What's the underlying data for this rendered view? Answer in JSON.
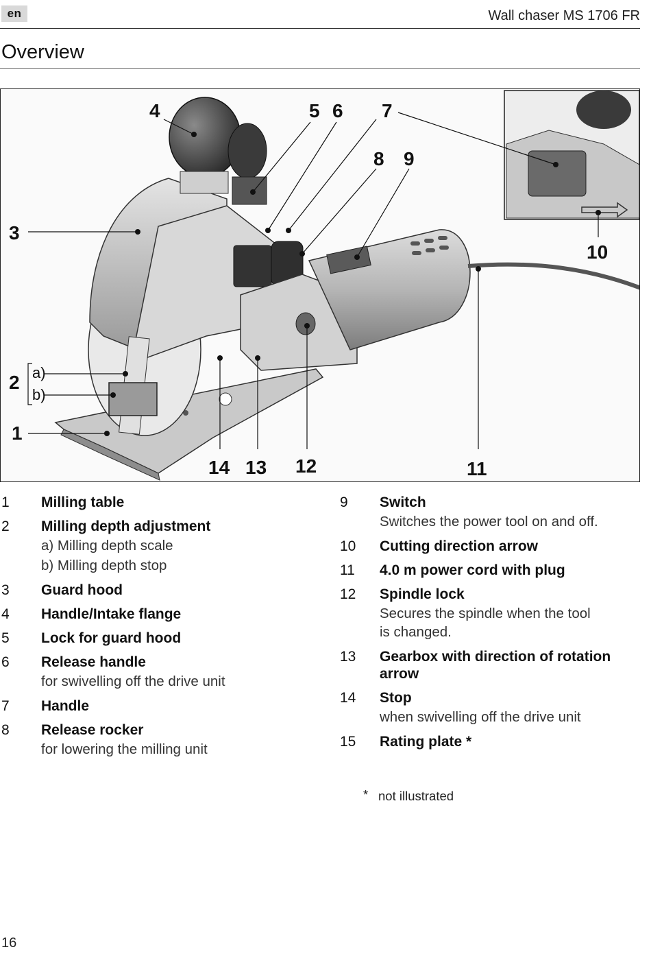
{
  "header": {
    "lang": "en",
    "doc_title": "Wall chaser MS 1706 FR"
  },
  "section_title": "Overview",
  "figure": {
    "callouts": {
      "c1": "1",
      "c2": "2",
      "c3": "3",
      "c4": "4",
      "c5": "5",
      "c6": "6",
      "c7": "7",
      "c8": "8",
      "c9": "9",
      "c10": "10",
      "c11": "11",
      "c12": "12",
      "c13": "13",
      "c14": "14"
    },
    "sub_callouts": {
      "a": "a)",
      "b": "b)"
    }
  },
  "legend_left": [
    {
      "num": "1",
      "title": "Milling table"
    },
    {
      "num": "2",
      "title": "Milling depth adjustment",
      "sub": [
        "a) Milling depth scale",
        "b) Milling depth stop"
      ]
    },
    {
      "num": "3",
      "title": "Guard hood"
    },
    {
      "num": "4",
      "title": "Handle/Intake flange"
    },
    {
      "num": "5",
      "title": "Lock for guard hood"
    },
    {
      "num": "6",
      "title": "Release handle",
      "desc": "for swivelling off the drive unit"
    },
    {
      "num": "7",
      "title": "Handle"
    },
    {
      "num": "8",
      "title": "Release rocker",
      "desc": "for lowering the milling unit"
    }
  ],
  "legend_right": [
    {
      "num": "9",
      "title": "Switch",
      "desc": "Switches the power tool on and off."
    },
    {
      "num": "10",
      "title": "Cutting direction arrow"
    },
    {
      "num": "11",
      "title": "4.0 m power cord with plug"
    },
    {
      "num": "12",
      "title": "Spindle lock",
      "desc_lines": [
        "Secures the spindle when the tool",
        "is changed."
      ]
    },
    {
      "num": "13",
      "title": "Gearbox with direction of rotation arrow"
    },
    {
      "num": "14",
      "title": "Stop",
      "desc": "when swivelling off the drive unit"
    },
    {
      "num": "15",
      "title": "Rating plate *"
    }
  ],
  "footnote": {
    "star": "*",
    "text": "not illustrated"
  },
  "page_number": "16"
}
